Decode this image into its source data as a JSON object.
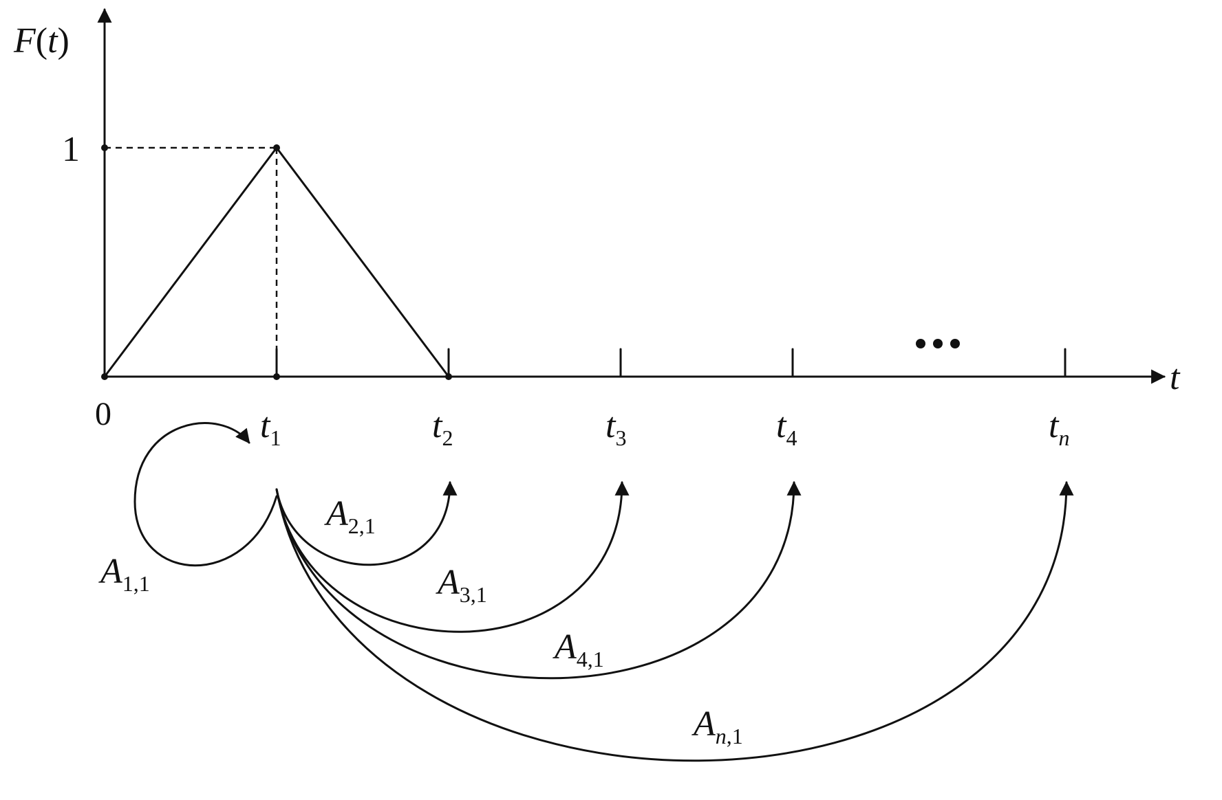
{
  "y_axis": {
    "label_main": "F",
    "label_paren_open": "(",
    "label_arg": "t",
    "label_paren_close": ")",
    "tick_label": "1"
  },
  "x_axis": {
    "label": "t",
    "origin_label": "0",
    "ellipsis": "•••",
    "time_points": [
      {
        "main": "t",
        "sub": "1"
      },
      {
        "main": "t",
        "sub": "2"
      },
      {
        "main": "t",
        "sub": "3"
      },
      {
        "main": "t",
        "sub": "4"
      },
      {
        "main": "t",
        "sub": "n"
      }
    ]
  },
  "transitions": [
    {
      "main": "A",
      "sub": "1,1"
    },
    {
      "main": "A",
      "sub": "2,1"
    },
    {
      "main": "A",
      "sub": "3,1"
    },
    {
      "main": "A",
      "sub": "4,1"
    },
    {
      "main": "A",
      "sub": "n,1"
    }
  ],
  "colors": {
    "ink": "#111111",
    "background": "#ffffff"
  }
}
